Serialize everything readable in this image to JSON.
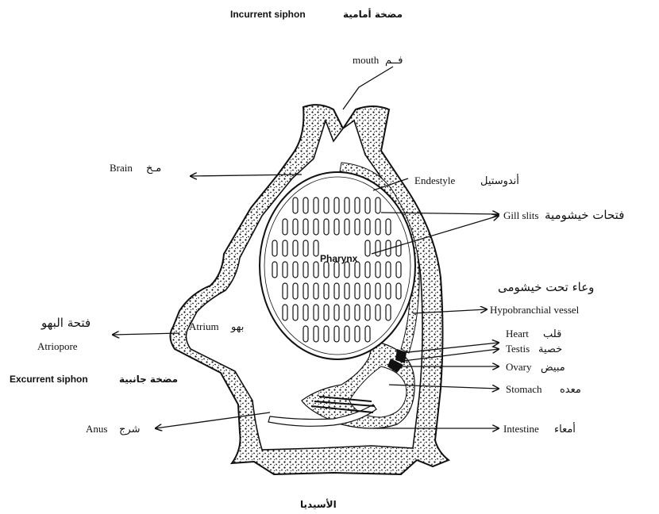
{
  "caption": "الأسيديا",
  "labels": {
    "incurrent_en": "Incurrent siphon",
    "incurrent_ar": "مضخة أمامية",
    "mouth_en": "mouth",
    "mouth_ar": "فــم",
    "brain_en": "Brain",
    "brain_ar": "مـخ",
    "endestyle_en": "Endestyle",
    "endestyle_ar": "أندوستيل",
    "gill_en": "Gill slits",
    "gill_ar": "فتحات خيشومية",
    "pharynx_en": "Pharynx",
    "hypo_ar": "وعاء تحت خيشومى",
    "hypo_en": "Hypobranchial vessel",
    "atriopore_ar": "فتحة البهو",
    "atriopore_en": "Atriopore",
    "atrium_en": "Atrium",
    "atrium_ar": "بهو",
    "heart_en": "Heart",
    "heart_ar": "قلب",
    "testis_en": "Testis",
    "testis_ar": "خصية",
    "ovary_en": "Ovary",
    "ovary_ar": "مبيض",
    "excurrent_en": "Excurrent siphon",
    "excurrent_ar": "مضخة جانبية",
    "stomach_en": "Stomach",
    "stomach_ar": "معده",
    "anus_en": "Anus",
    "anus_ar": "شرج",
    "intestine_en": "Intestine",
    "intestine_ar": "أمعاء"
  },
  "colors": {
    "ink": "#111111",
    "tunic_fill": "#ffffff"
  }
}
